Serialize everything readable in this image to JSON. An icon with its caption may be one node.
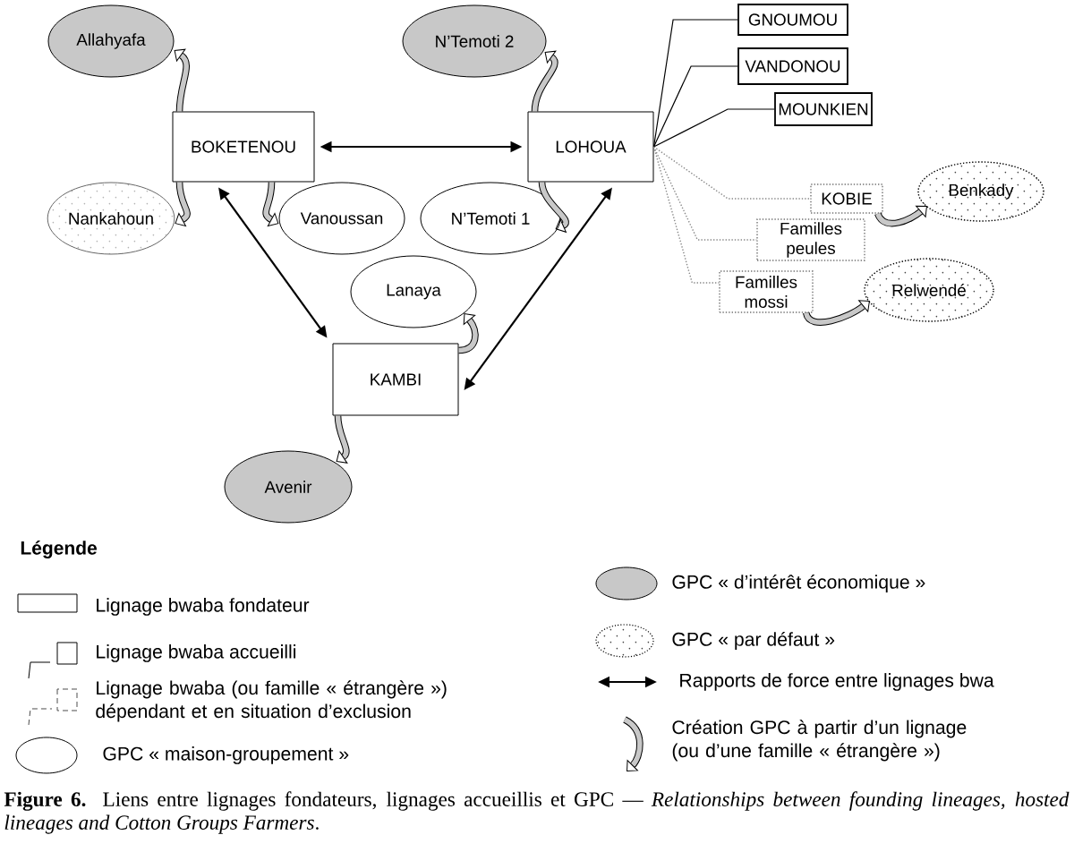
{
  "diagram": {
    "caption": "**Figure 6.** Liens entre lignages fondateurs, lignages accueillis et GPC — *Relationships between founding lineages, hosted lineages and Cotton Groups Farmers*.",
    "nodes": [
      {
        "text": [
          "Allahyafa"
        ]
      },
      {
        "text": [
          "BOKETENOU"
        ]
      },
      {
        "text": [
          "Nankahoun"
        ]
      },
      {
        "text": [
          "Vanoussan"
        ]
      },
      {
        "text": [
          "N’Temoti 2"
        ]
      },
      {
        "text": [
          "LOHOUA"
        ]
      },
      {
        "text": [
          "N’Temoti 1"
        ]
      },
      {
        "text": [
          "Lanaya"
        ]
      },
      {
        "text": [
          "KAMBI"
        ]
      },
      {
        "text": [
          "Avenir"
        ]
      },
      {
        "text": [
          "GNOUMOU"
        ]
      },
      {
        "text": [
          "VANDONOU"
        ]
      },
      {
        "text": [
          "MOUNKIEN"
        ]
      },
      {
        "text": [
          "KOBIE"
        ]
      },
      {
        "text": [
          "Benkady"
        ]
      },
      {
        "text": [
          "Familles peules"
        ]
      },
      {
        "text": [
          "Familles mossi"
        ]
      },
      {
        "text": [
          "Relwendé"
        ]
      }
    ],
    "edges": [
      {
        "from": 1,
        "to": 5,
        "arrow": "both"
      },
      {
        "from": 1,
        "to": 8,
        "arrow": "both"
      },
      {
        "from": 5,
        "to": 8,
        "arrow": "both"
      },
      {
        "from": 1,
        "to": 0,
        "arrow": "to",
        "style": "thick"
      },
      {
        "from": 1,
        "to": 2,
        "arrow": "to",
        "style": "thick"
      },
      {
        "from": 1,
        "to": 3,
        "arrow": "to",
        "style": "thick"
      },
      {
        "from": 5,
        "to": 4,
        "arrow": "to",
        "style": "thick"
      },
      {
        "from": 5,
        "to": 6,
        "arrow": "to",
        "style": "thick"
      },
      {
        "from": 8,
        "to": 7,
        "arrow": "to",
        "style": "thick"
      },
      {
        "from": 8,
        "to": 9,
        "arrow": "to",
        "style": "thick"
      },
      {
        "from": 13,
        "to": 14,
        "arrow": "to",
        "style": "thick"
      },
      {
        "from": 16,
        "to": 17,
        "arrow": "to",
        "style": "thick"
      },
      {
        "from": 5,
        "to": 10,
        "arrow": "none"
      },
      {
        "from": 5,
        "to": 11,
        "arrow": "none"
      },
      {
        "from": 5,
        "to": 12,
        "arrow": "none"
      },
      {
        "from": 5,
        "to": 13,
        "arrow": "none",
        "style": "dashed",
        "color": "#888888"
      },
      {
        "from": 5,
        "to": 15,
        "arrow": "none",
        "style": "dashed",
        "color": "#888888"
      },
      {
        "from": 5,
        "to": 16,
        "arrow": "none",
        "style": "dashed",
        "color": "#888888"
      }
    ],
    "labels": [
      "Légende"
    ],
    "legend": [
      {
        "text": "Lignage bwaba fondateur"
      },
      {
        "text": "Lignage bwaba accueilli"
      },
      {
        "text": "Lignage bwaba (ou famille « étrangère ») dépendant et en situation d’exclusion"
      },
      {
        "text": "GPC « maison-groupement »"
      },
      {
        "text": "GPC « d’intérêt économique »",
        "color": "#c8c8c8"
      },
      {
        "text": "GPC « par défaut »"
      },
      {
        "text": "Rapports de force entre lignages bwa"
      },
      {
        "text": "Création GPC à partir d’un lignage (ou d’une famille « étrangère »)"
      }
    ]
  }
}
